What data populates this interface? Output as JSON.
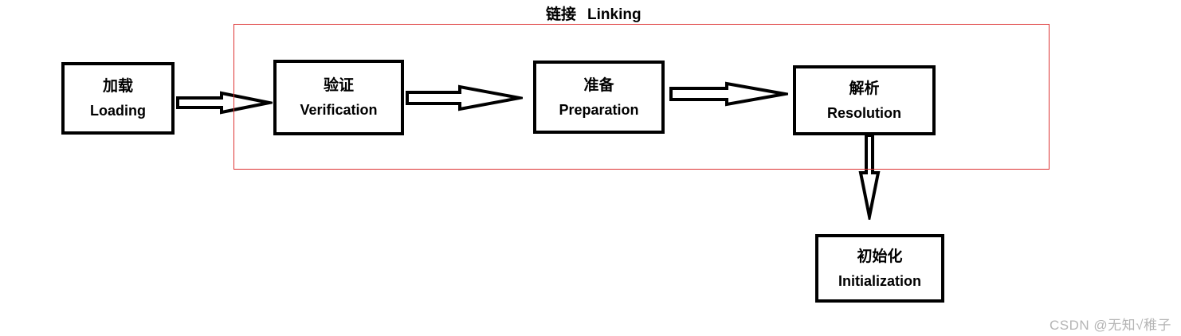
{
  "diagram": {
    "group": {
      "title_zh": "链接",
      "title_en": "Linking",
      "border_color": "#dd3333"
    },
    "nodes": [
      {
        "id": "loading",
        "zh": "加载",
        "en": "Loading"
      },
      {
        "id": "verification",
        "zh": "验证",
        "en": "Verification"
      },
      {
        "id": "preparation",
        "zh": "准备",
        "en": "Preparation"
      },
      {
        "id": "resolution",
        "zh": "解析",
        "en": "Resolution"
      },
      {
        "id": "initialization",
        "zh": "初始化",
        "en": "Initialization"
      }
    ],
    "arrows": [
      {
        "name": "loading-to-verification",
        "direction": "right"
      },
      {
        "name": "verification-to-preparation",
        "direction": "right"
      },
      {
        "name": "preparation-to-resolution",
        "direction": "right"
      },
      {
        "name": "resolution-to-initialization",
        "direction": "down"
      }
    ],
    "colors": {
      "node_border": "#000000",
      "node_fill": "#ffffff",
      "background": "#ffffff"
    }
  },
  "watermark": {
    "text": "CSDN @无知√稚子",
    "color": "#b5b5b5"
  }
}
